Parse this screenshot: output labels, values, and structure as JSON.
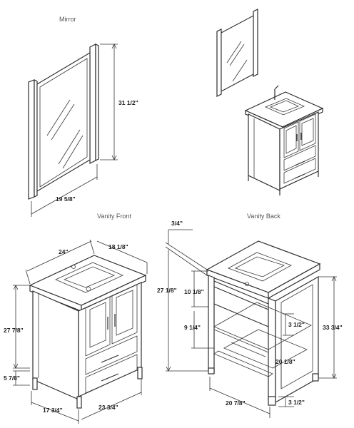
{
  "labels": {
    "mirror": "Mirror",
    "vanity_front": "Vanity Front",
    "vanity_back": "Vanity Back"
  },
  "dimensions": {
    "mirror_height": "31 1/2\"",
    "mirror_width": "19 5/8\"",
    "front_width": "24\"",
    "front_depth": "18 1/8\"",
    "front_height": "27 7/8\"",
    "front_toe": "5 7/8\"",
    "front_base_depth": "17 3/4\"",
    "front_base_width": "23 3/4\"",
    "back_top_thickness": "3/4\"",
    "back_total_height": "27 1/8\"",
    "back_upper_gap": "10 1/8\"",
    "back_shelf_gap": "9 1/4\"",
    "back_side_rail": "3 1/2\"",
    "back_height": "33 3/4\"",
    "back_lower_gap": "20 1/8\"",
    "back_base_width": "20 7/8\"",
    "back_foot": "3 1/2\""
  }
}
